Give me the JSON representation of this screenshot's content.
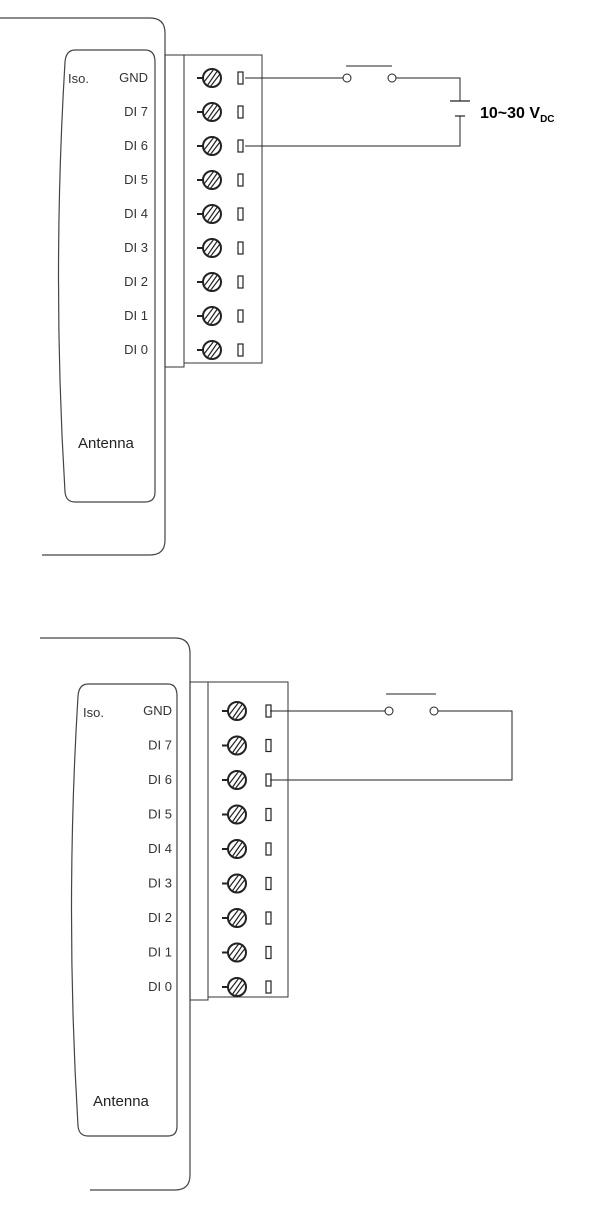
{
  "diagrams": [
    {
      "iso_label": "Iso.",
      "pins": [
        "GND",
        "DI 7",
        "DI 6",
        "DI 5",
        "DI 4",
        "DI 3",
        "DI 2",
        "DI 1",
        "DI 0"
      ],
      "antenna_label": "Antenna",
      "switch_pins": [
        "GND",
        "DI 6"
      ],
      "power_source": {
        "label": "10~30 V",
        "subscript": "DC"
      }
    },
    {
      "iso_label": "Iso.",
      "pins": [
        "GND",
        "DI 7",
        "DI 6",
        "DI 5",
        "DI 4",
        "DI 3",
        "DI 2",
        "DI 1",
        "DI 0"
      ],
      "antenna_label": "Antenna",
      "switch_pins": [
        "GND",
        "DI 6"
      ]
    }
  ],
  "icons": {
    "terminal_screw": "terminal-screw-icon",
    "terminal_contact": "terminal-contact-icon",
    "switch": "switch-icon",
    "battery": "battery-icon"
  }
}
